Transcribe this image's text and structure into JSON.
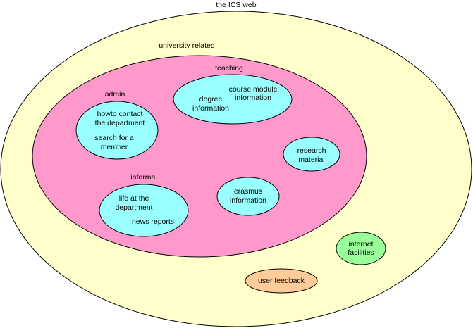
{
  "diagram": {
    "colors": {
      "outer_fill": "#ffffcc",
      "university_fill": "#ff99cc",
      "topic_fill": "#99ffff",
      "internet_fill": "#99ff99",
      "feedback_fill": "#ffcc99",
      "stroke": "#000000"
    },
    "outer": {
      "title": "the ICS web"
    },
    "university": {
      "title": "university related"
    },
    "teaching": {
      "title": "teaching",
      "degree": [
        "degree",
        "information"
      ],
      "course": [
        "course module",
        "information"
      ]
    },
    "admin": {
      "title": "admin",
      "contact": [
        "howto contact",
        "the department"
      ],
      "search": [
        "search for a",
        "member"
      ]
    },
    "research": {
      "lines": [
        "research",
        "material"
      ]
    },
    "informal": {
      "title": "informal",
      "life": [
        "life at the",
        "department"
      ],
      "news": "news reports"
    },
    "erasmus": {
      "lines": [
        "erasmus",
        "information"
      ]
    },
    "internet": {
      "lines": [
        "internet",
        "facilities"
      ]
    },
    "feedback": {
      "label": "user feedback"
    }
  }
}
